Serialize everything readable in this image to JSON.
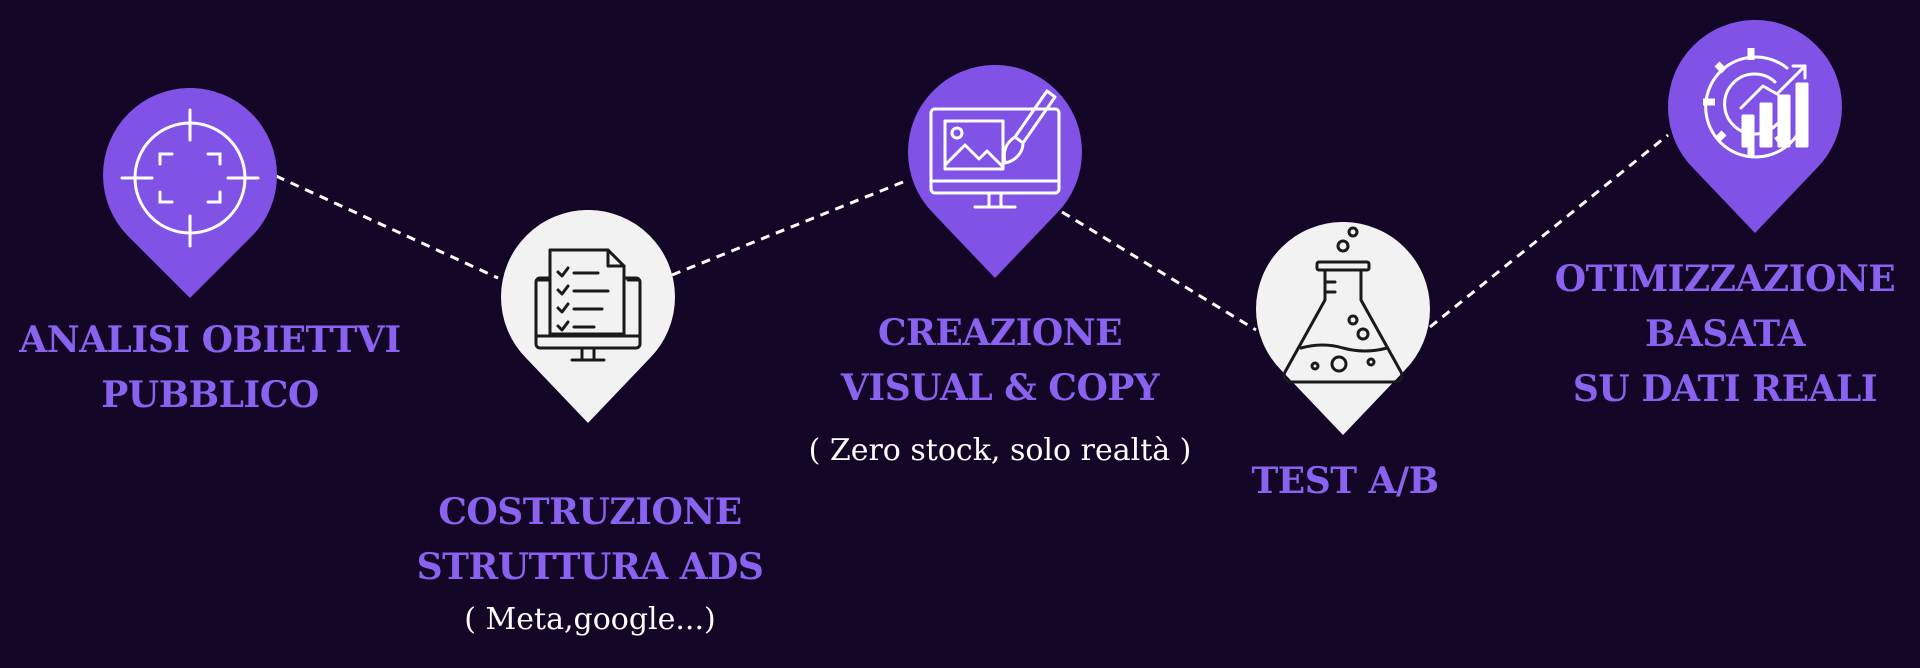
{
  "colors": {
    "background": "#140626",
    "accent": "#8052E6",
    "light_pin": "#F2F2F2",
    "label_text": "#8A62F0",
    "sub_text": "#FFFFFF",
    "connector": "#FFFFFF"
  },
  "steps": [
    {
      "icon": "crosshair-target-icon",
      "pin_style": "purple",
      "title_lines": [
        "ANALISI OBIETTVI",
        "PUBBLICO"
      ],
      "subtitle": ""
    },
    {
      "icon": "checklist-monitor-icon",
      "pin_style": "light",
      "title_lines": [
        "COSTRUZIONE",
        "STRUTTURA ADS"
      ],
      "subtitle": "( Meta,google...)"
    },
    {
      "icon": "monitor-paintbrush-icon",
      "pin_style": "purple",
      "title_lines": [
        "CREAZIONE",
        "VISUAL & COPY"
      ],
      "subtitle": "( Zero stock, solo realtà )"
    },
    {
      "icon": "lab-flask-icon",
      "pin_style": "light",
      "title_lines": [
        "TEST A/B"
      ],
      "subtitle": ""
    },
    {
      "icon": "gear-chart-icon",
      "pin_style": "purple",
      "title_lines": [
        "OTIMIZZAZIONE",
        "BASATA",
        "SU DATI REALI"
      ],
      "subtitle": ""
    }
  ]
}
